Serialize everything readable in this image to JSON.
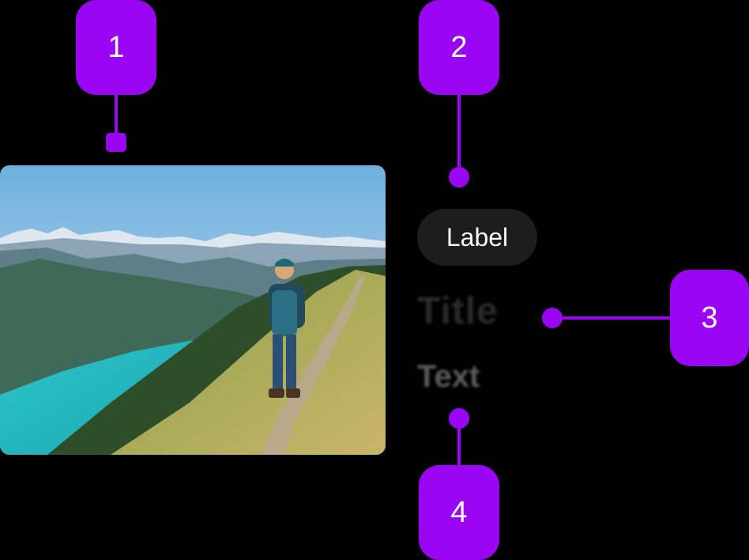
{
  "callouts": [
    {
      "number": "1"
    },
    {
      "number": "2"
    },
    {
      "number": "3"
    },
    {
      "number": "4"
    }
  ],
  "card": {
    "label": "Label",
    "title": "Title",
    "text": "Text"
  },
  "colors": {
    "accent": "#9a06f4",
    "background": "#000000",
    "label_bg": "#1d1d1d",
    "label_fg": "#ffffff"
  }
}
